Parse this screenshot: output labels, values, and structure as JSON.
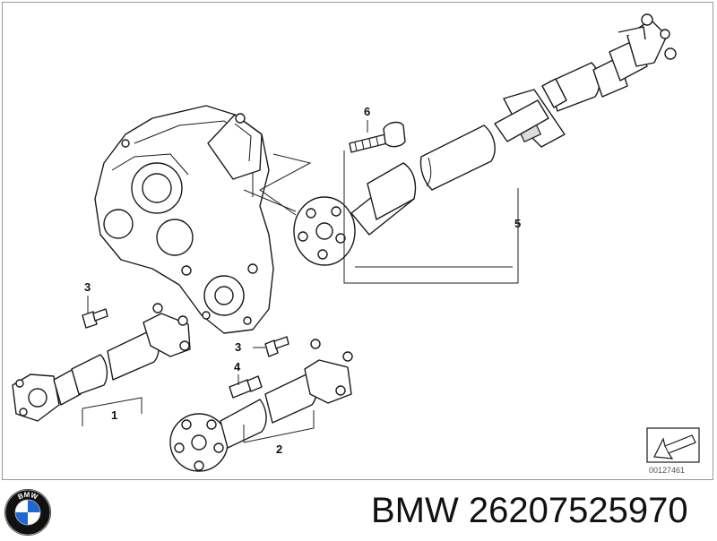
{
  "diagram": {
    "callouts": {
      "c1": "1",
      "c2": "2",
      "c3a": "3",
      "c3b": "3",
      "c4": "4",
      "c5": "5",
      "c6": "6"
    },
    "reference_code": "00127461"
  },
  "footer": {
    "brand": "BMW",
    "part_number": "26207525970",
    "logo_icon": "bmw-roundel-icon",
    "logo_letters": "BMW"
  },
  "colors": {
    "line": "#1a1a1a",
    "frame": "#9a9a9a",
    "logo_blue": "#1c69d4",
    "logo_black": "#111111"
  }
}
